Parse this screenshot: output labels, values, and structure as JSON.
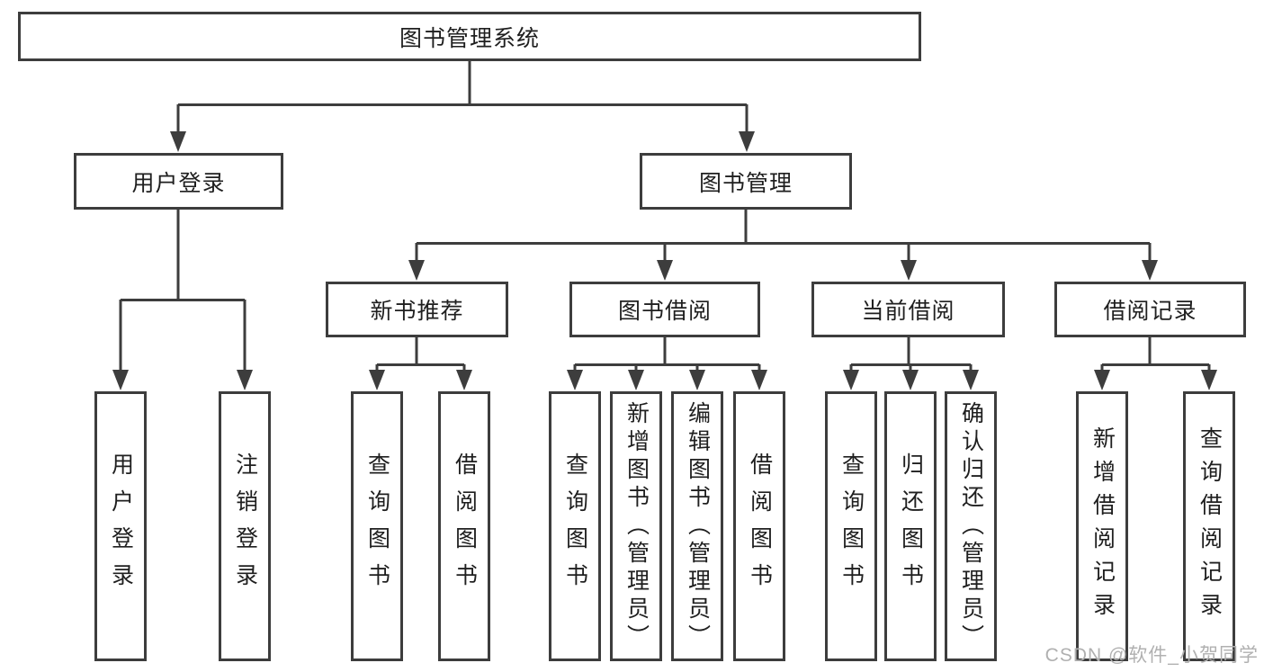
{
  "tree": {
    "label": "图书管理系统",
    "children": [
      {
        "label": "用户登录",
        "children": [
          {
            "label": "用户登录"
          },
          {
            "label": "注销登录"
          }
        ]
      },
      {
        "label": "图书管理",
        "children": [
          {
            "label": "新书推荐",
            "children": [
              {
                "label": "查询图书"
              },
              {
                "label": "借阅图书"
              }
            ]
          },
          {
            "label": "图书借阅",
            "children": [
              {
                "label": "查询图书"
              },
              {
                "label": "新增图书（管理员）"
              },
              {
                "label": "编辑图书（管理员）"
              },
              {
                "label": "借阅图书"
              }
            ]
          },
          {
            "label": "当前借阅",
            "children": [
              {
                "label": "查询图书"
              },
              {
                "label": "归还图书"
              },
              {
                "label": "确认归还（管理员）"
              }
            ]
          },
          {
            "label": "借阅记录",
            "children": [
              {
                "label": "新增借阅记录"
              },
              {
                "label": "查询借阅记录"
              }
            ]
          }
        ]
      }
    ]
  },
  "watermark": "CSDN @软件_小贺同学",
  "colors": {
    "line": "#3d3d3d",
    "box_border": "#3d3d3d",
    "text": "#1f1f1f",
    "watermark": "#b0b0b0",
    "background": "#ffffff"
  }
}
